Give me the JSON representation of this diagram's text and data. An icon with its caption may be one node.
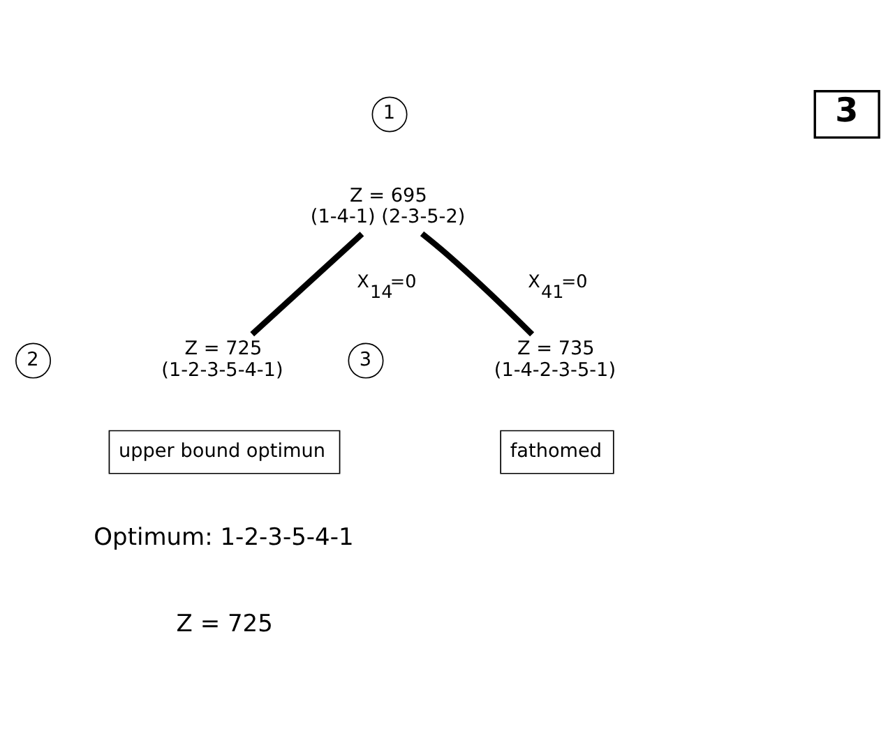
{
  "diagram": {
    "nodes": [
      {
        "text": [
          "1"
        ]
      },
      {
        "text": [
          "Z = 695",
          "(1-4-1) (2-3-5-2)"
        ]
      },
      {
        "text": [
          "2"
        ]
      },
      {
        "text": [
          "Z = 725",
          "(1-2-3-5-4-1)"
        ]
      },
      {
        "text": [
          "3"
        ]
      },
      {
        "text": [
          "Z = 735",
          "(1-4-2-3-5-1)"
        ]
      },
      {
        "text": [
          "upper bound optimun"
        ]
      },
      {
        "text": [
          "fathomed"
        ]
      }
    ],
    "edges": [
      {
        "from": 1,
        "to": 3,
        "arrow": "none",
        "label": "X$_{14}$=0"
      },
      {
        "from": 1,
        "to": 5,
        "arrow": "none",
        "label": "X$_{41}$=0"
      }
    ],
    "labels": [
      "3",
      "Optimum: 1-2-3-5-4-1",
      "Z = 725"
    ]
  }
}
